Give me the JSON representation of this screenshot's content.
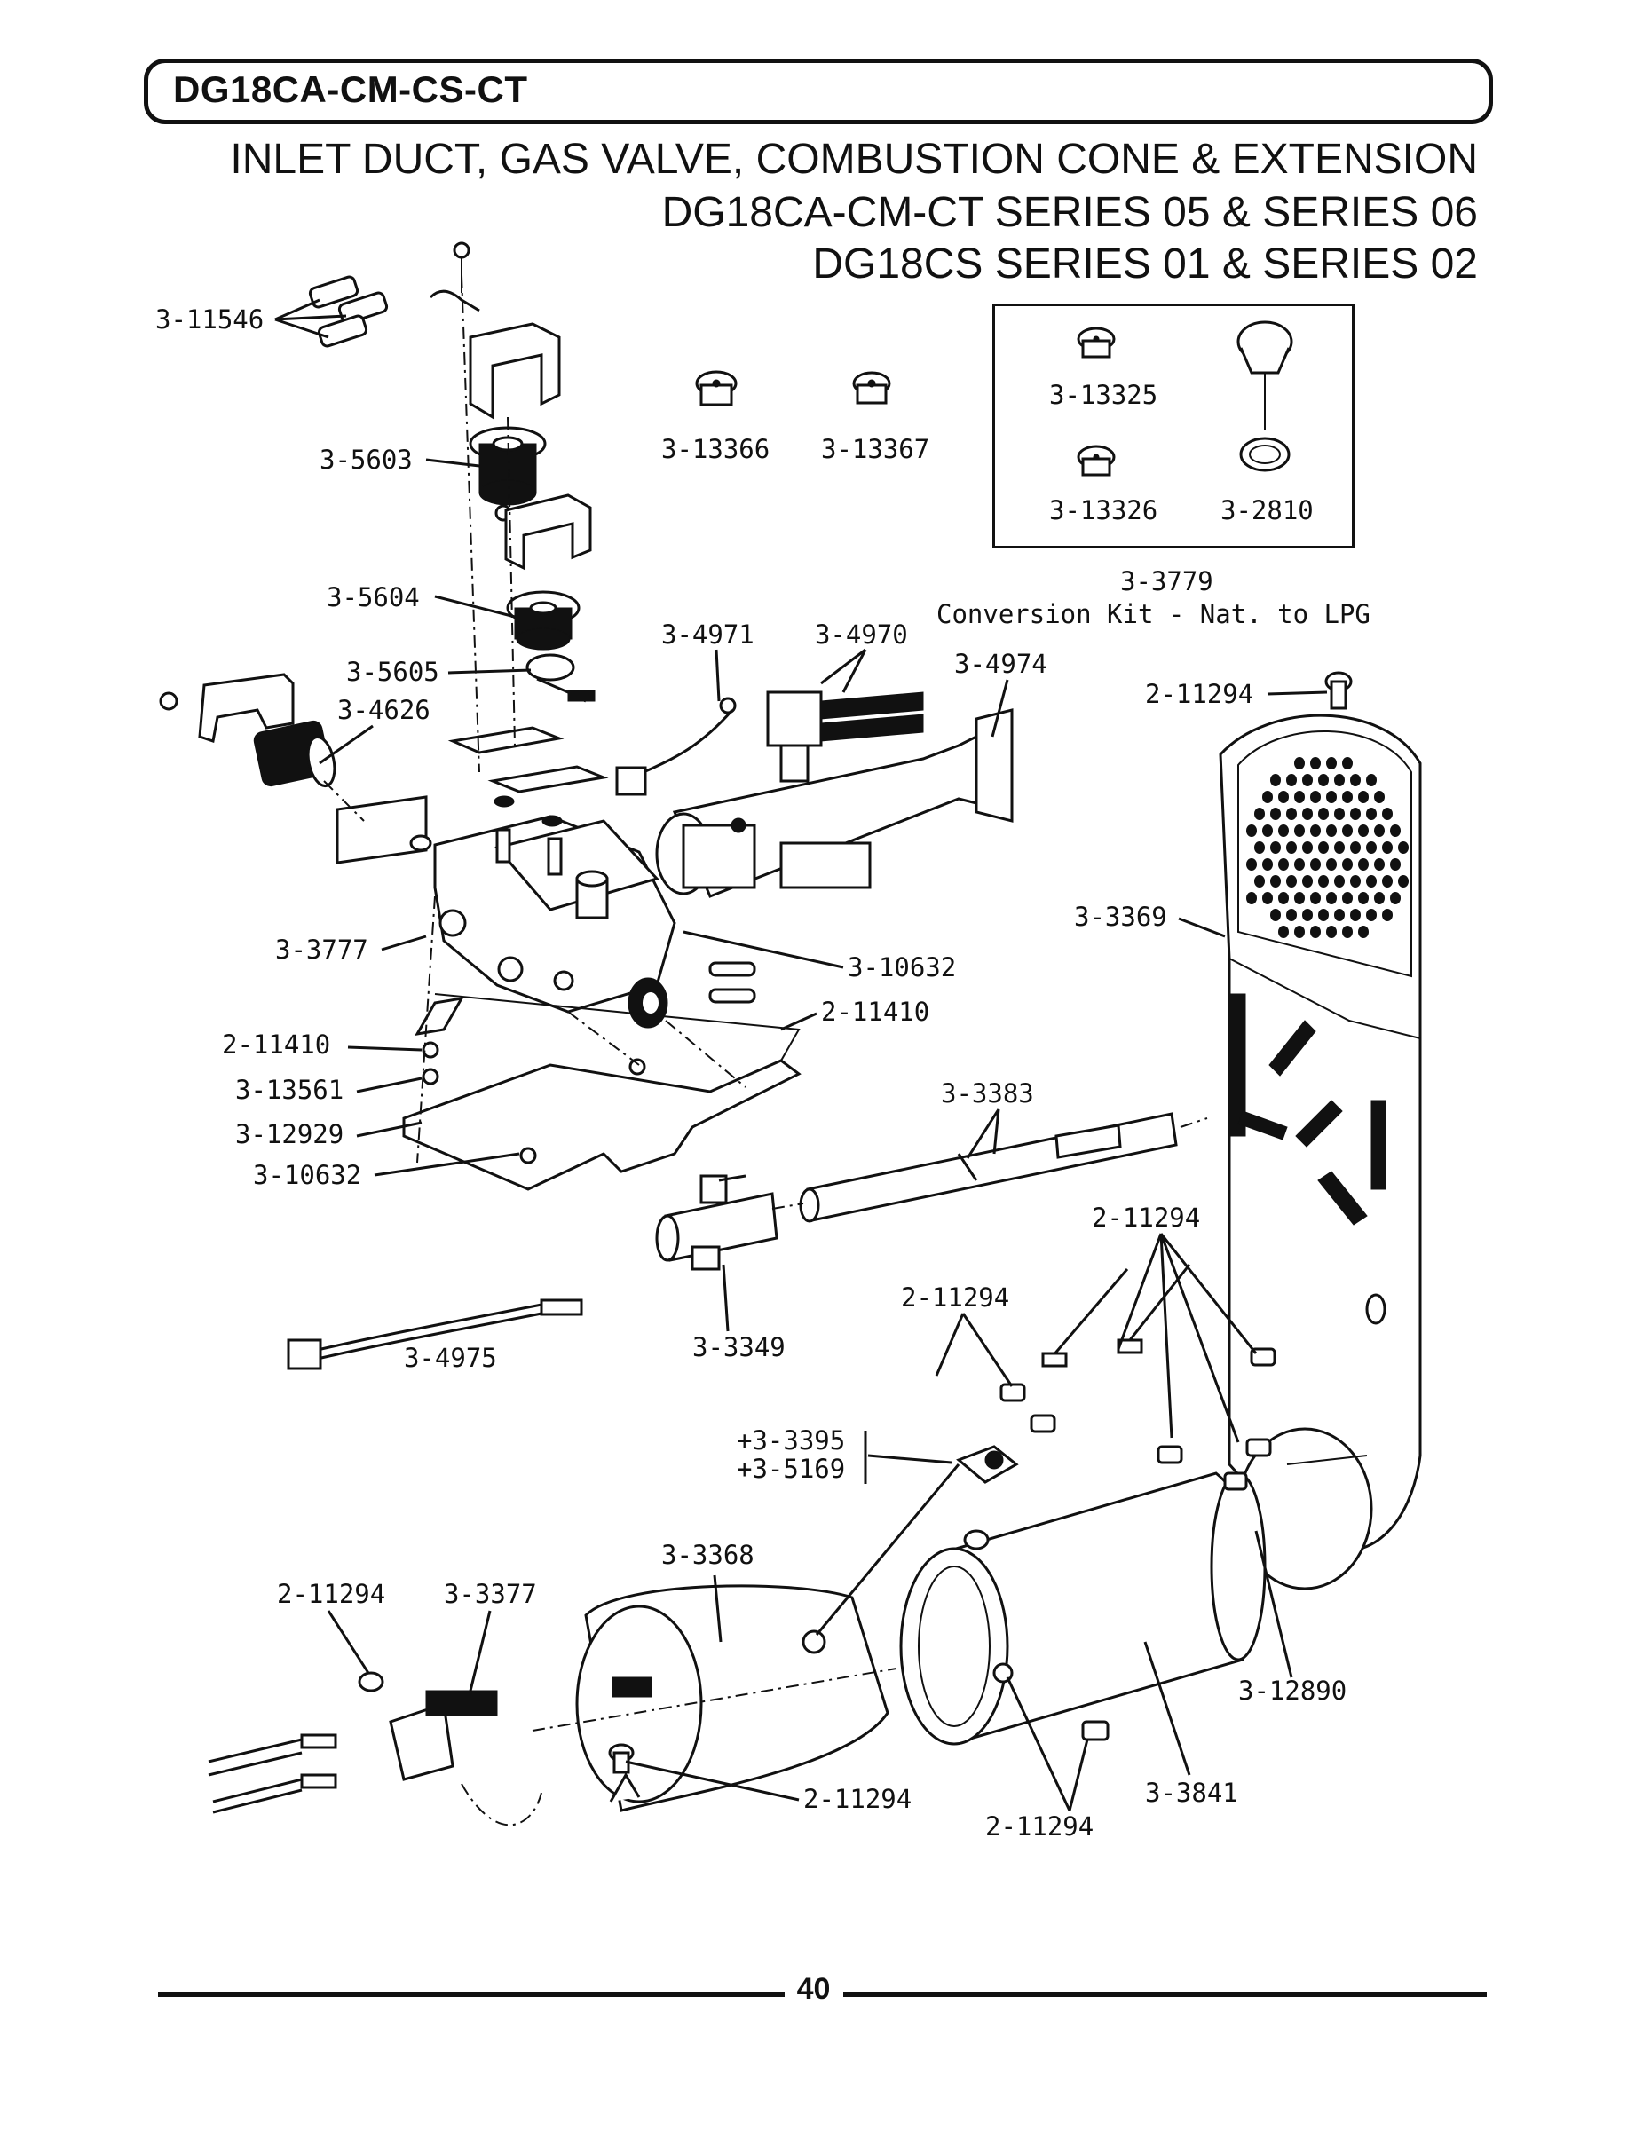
{
  "header": {
    "model": "DG18CA-CM-CS-CT",
    "title_line1": "INLET DUCT, GAS VALVE, COMBUSTION CONE & EXTENSION",
    "title_line2": "DG18CA-CM-CT SERIES 05 & SERIES 06",
    "title_line3": "DG18CS SERIES 01 & SERIES 02"
  },
  "kit": {
    "labels": [
      "3-13325",
      "3-13326",
      "3-2810"
    ],
    "number": "3-3779",
    "description": "Conversion Kit - Nat. to LPG"
  },
  "parts": {
    "p3_11546": "3-11546",
    "p3_5603": "3-5603",
    "p3_13366": "3-13366",
    "p3_13367": "3-13367",
    "p3_5604": "3-5604",
    "p3_5605": "3-5605",
    "p3_4626": "3-4626",
    "p3_4971": "3-4971",
    "p3_4970": "3-4970",
    "p3_4974": "3-4974",
    "p2_11294_a": "2-11294",
    "p3_3369": "3-3369",
    "p3_3777": "3-3777",
    "p3_10632_a": "3-10632",
    "p2_11410_a": "2-11410",
    "p2_11410_b": "2-11410",
    "p3_13561": "3-13561",
    "p3_12929": "3-12929",
    "p3_10632_b": "3-10632",
    "p3_3383": "3-3383",
    "p2_11294_b": "2-11294",
    "p2_11294_c": "2-11294",
    "p3_4975": "3-4975",
    "p3_3349": "3-3349",
    "p3_3395": "+3-3395",
    "p3_5169": "+3-5169",
    "p3_3368": "3-3368",
    "p2_11294_d": "2-11294",
    "p3_3377": "3-3377",
    "p3_12890": "3-12890",
    "p2_11294_e": "2-11294",
    "p3_3841": "3-3841",
    "p2_11294_f": "2-11294"
  },
  "footer": {
    "page_number": "40"
  }
}
